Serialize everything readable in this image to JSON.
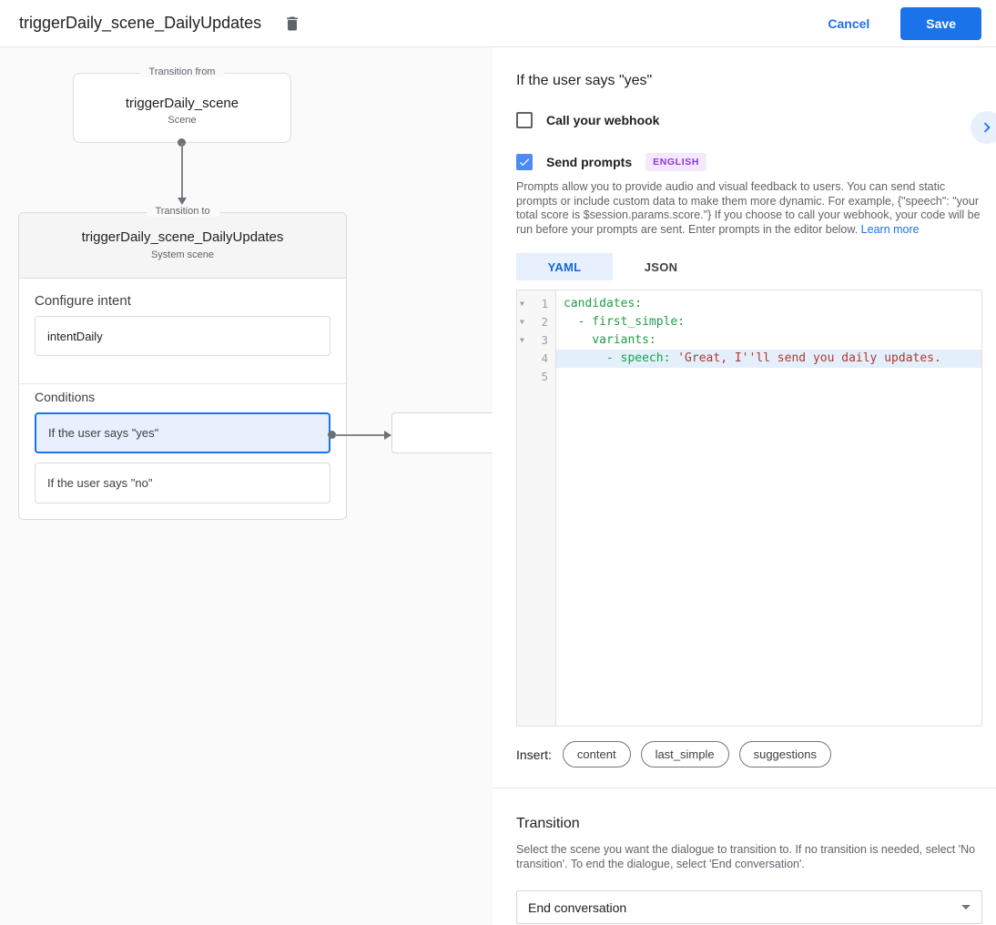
{
  "colors": {
    "accent_blue": "#1a73e8",
    "selected_condition_bg": "#e8f0fe",
    "active_tab_bg": "#e8f0fe",
    "badge_purple": "#9334e6",
    "badge_bg": "#f3e8fd",
    "code_key_green": "#1d9f45",
    "code_string_red": "#b3362e",
    "highlight_line_bg": "#e3f0fc"
  },
  "header": {
    "title": "triggerDaily_scene_DailyUpdates",
    "trash_icon": "trash-icon",
    "cancel_label": "Cancel",
    "save_label": "Save"
  },
  "canvas": {
    "from_box": {
      "legend": "Transition from",
      "title": "triggerDaily_scene",
      "subtitle": "Scene"
    },
    "to_card": {
      "legend": "Transition to",
      "title": "triggerDaily_scene_DailyUpdates",
      "subtitle": "System scene",
      "configure_intent_label": "Configure intent",
      "intent_value": "intentDaily",
      "conditions_label": "Conditions",
      "conditions": [
        {
          "label": "If the user says \"yes\"",
          "selected": true
        },
        {
          "label": "If the user says \"no\"",
          "selected": false
        }
      ]
    }
  },
  "panel": {
    "title": "If the user says \"yes\"",
    "expand_icon": "chevron-right-icon",
    "webhook": {
      "label": "Call your webhook",
      "checked": false
    },
    "send_prompts": {
      "label": "Send prompts",
      "badge": "ENGLISH",
      "checked": true
    },
    "description": "Prompts allow you to provide audio and visual feedback to users. You can send static prompts or include custom data to make them more dynamic. For example, {\"speech\": \"your total score is $session.params.score.\"} If you choose to call your webhook, your code will be run before your prompts are sent. Enter prompts in the editor below. ",
    "learn_more_label": "Learn more",
    "tabs": [
      {
        "label": "YAML",
        "active": true
      },
      {
        "label": "JSON",
        "active": false
      }
    ],
    "editor": {
      "lines": [
        {
          "num": "1",
          "fold": true,
          "highlight": false,
          "parts": [
            [
              "key",
              "candidates:"
            ]
          ]
        },
        {
          "num": "2",
          "fold": true,
          "highlight": false,
          "parts": [
            [
              "key",
              "  - first_simple:"
            ]
          ]
        },
        {
          "num": "3",
          "fold": true,
          "highlight": false,
          "parts": [
            [
              "key",
              "    variants:"
            ]
          ]
        },
        {
          "num": "4",
          "fold": false,
          "highlight": true,
          "parts": [
            [
              "key",
              "      - speech: "
            ],
            [
              "str",
              "'Great, I''ll send you daily updates."
            ]
          ]
        },
        {
          "num": "5",
          "fold": false,
          "highlight": false,
          "parts": []
        }
      ]
    },
    "insert": {
      "label": "Insert:",
      "chips": [
        "content",
        "last_simple",
        "suggestions"
      ]
    },
    "transition": {
      "title": "Transition",
      "description": "Select the scene you want the dialogue to transition to. If no transition is needed, select 'No transition'. To end the dialogue, select 'End conversation'.",
      "selected_value": "End conversation"
    }
  }
}
